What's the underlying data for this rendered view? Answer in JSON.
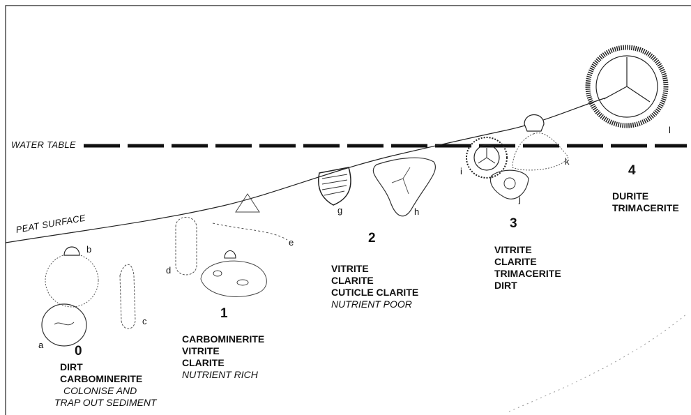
{
  "labels": {
    "water_table": "WATER TABLE",
    "peat_surface": "PEAT SURFACE"
  },
  "stages": [
    {
      "number": "0",
      "lines": [
        "DIRT",
        "CARBOMINERITE"
      ],
      "notes": [
        "COLONISE AND",
        "TRAP OUT SEDIMENT"
      ]
    },
    {
      "number": "1",
      "lines": [
        "CARBOMINERITE",
        "VITRITE",
        "CLARITE"
      ],
      "notes": [
        "NUTRIENT RICH"
      ]
    },
    {
      "number": "2",
      "lines": [
        "VITRITE",
        "CLARITE",
        "CUTICLE CLARITE"
      ],
      "notes": [
        "NUTRIENT POOR"
      ]
    },
    {
      "number": "3",
      "lines": [
        "VITRITE",
        "CLARITE",
        "TRIMACERITE",
        "DIRT"
      ],
      "notes": []
    },
    {
      "number": "4",
      "lines": [
        "DURITE",
        "TRIMACERITE"
      ],
      "notes": []
    }
  ],
  "specimens": [
    "a",
    "b",
    "c",
    "d",
    "e",
    "g",
    "h",
    "i",
    "j",
    "k",
    "l"
  ]
}
